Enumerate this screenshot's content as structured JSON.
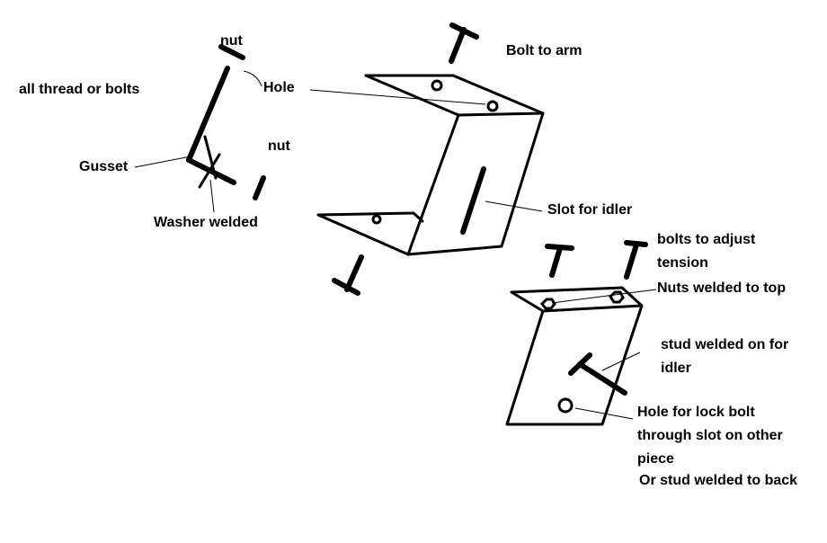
{
  "labels": {
    "nut_top": "nut",
    "all_thread": "all thread or bolts",
    "hole": "Hole",
    "nut_mid": "nut",
    "gusset": "Gusset",
    "washer_welded": "Washer welded",
    "bolt_to_arm": "Bolt to arm",
    "slot_for_idler": "Slot for idler",
    "bolts_adjust_1": "bolts to adjust",
    "bolts_adjust_2": "tension",
    "nuts_welded": "Nuts welded to top",
    "stud_idler_1": "stud welded on for",
    "stud_idler_2": "idler",
    "lock_bolt_1": "Hole for lock bolt",
    "lock_bolt_2": "through slot on other",
    "lock_bolt_3": "piece",
    "stud_back": "Or stud welded to back"
  }
}
